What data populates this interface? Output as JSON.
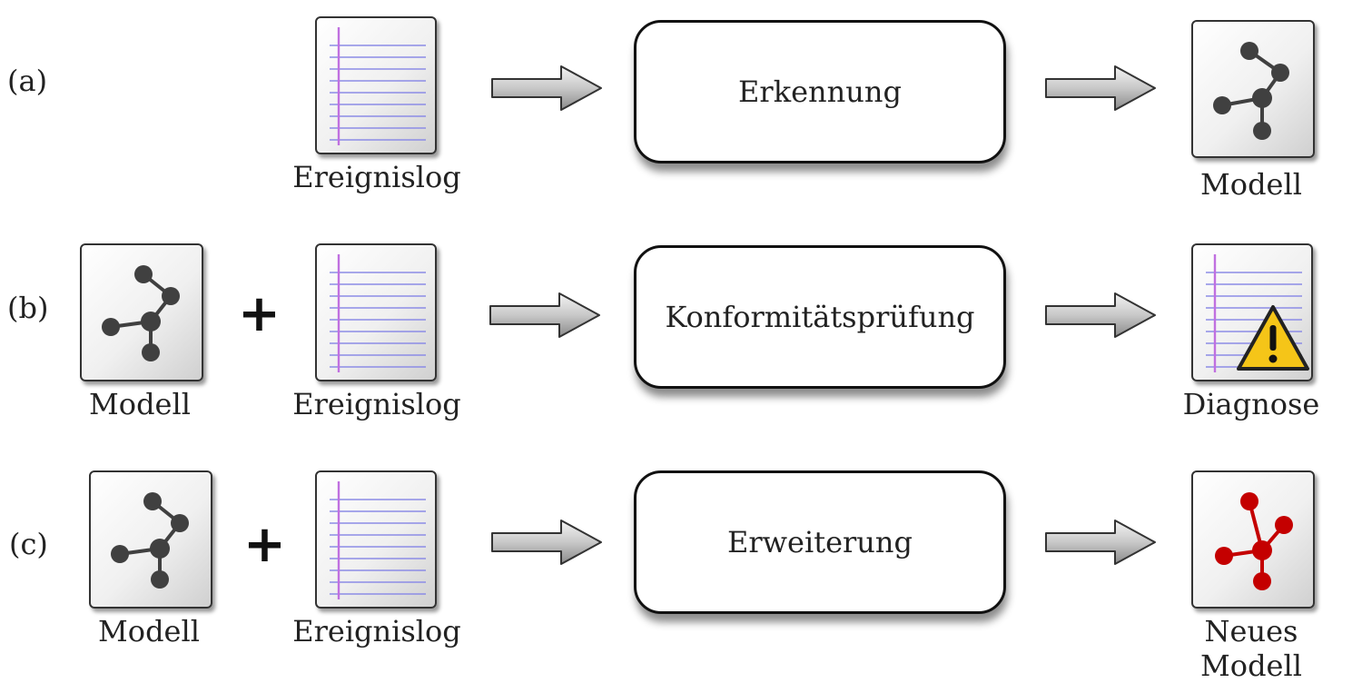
{
  "rows": [
    {
      "label": "(a)",
      "inputs": [
        {
          "kind": "log",
          "caption": "Ereignislog"
        }
      ],
      "process": "Erkennung",
      "output": {
        "kind": "model",
        "caption": "Modell",
        "color": "#404040"
      }
    },
    {
      "label": "(b)",
      "inputs": [
        {
          "kind": "model",
          "caption": "Modell"
        },
        {
          "kind": "log",
          "caption": "Ereignislog"
        }
      ],
      "plus": "+",
      "process": "Konformitätsprüfung",
      "output": {
        "kind": "diagnose",
        "caption": "Diagnose",
        "warning_icon": "warning-triangle-icon",
        "warning_color": "#f5c518"
      }
    },
    {
      "label": "(c)",
      "inputs": [
        {
          "kind": "model",
          "caption": "Modell"
        },
        {
          "kind": "log",
          "caption": "Ereignislog"
        }
      ],
      "plus": "+",
      "process": "Erweiterung",
      "output": {
        "kind": "model",
        "caption": "Neues Modell",
        "color": "#c40000"
      }
    }
  ],
  "colors": {
    "model_nodes": "#404040",
    "new_model_nodes": "#c40000",
    "log_lines": "#8c8ce6",
    "log_margin": "#c070e0"
  }
}
